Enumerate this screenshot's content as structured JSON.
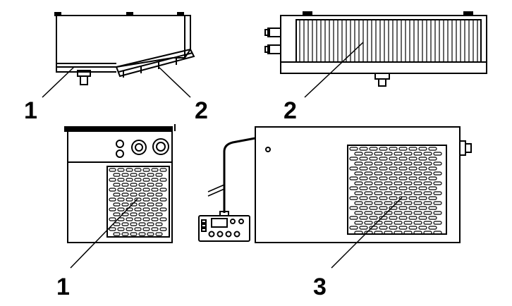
{
  "diagram": {
    "ink_color": "#000000",
    "background": "#ffffff",
    "callouts": {
      "top_left_unit": "1",
      "top_left_fan_panel": "2",
      "top_right_coil": "2",
      "bottom_left_unit": "1",
      "bottom_right_unit": "3"
    }
  }
}
